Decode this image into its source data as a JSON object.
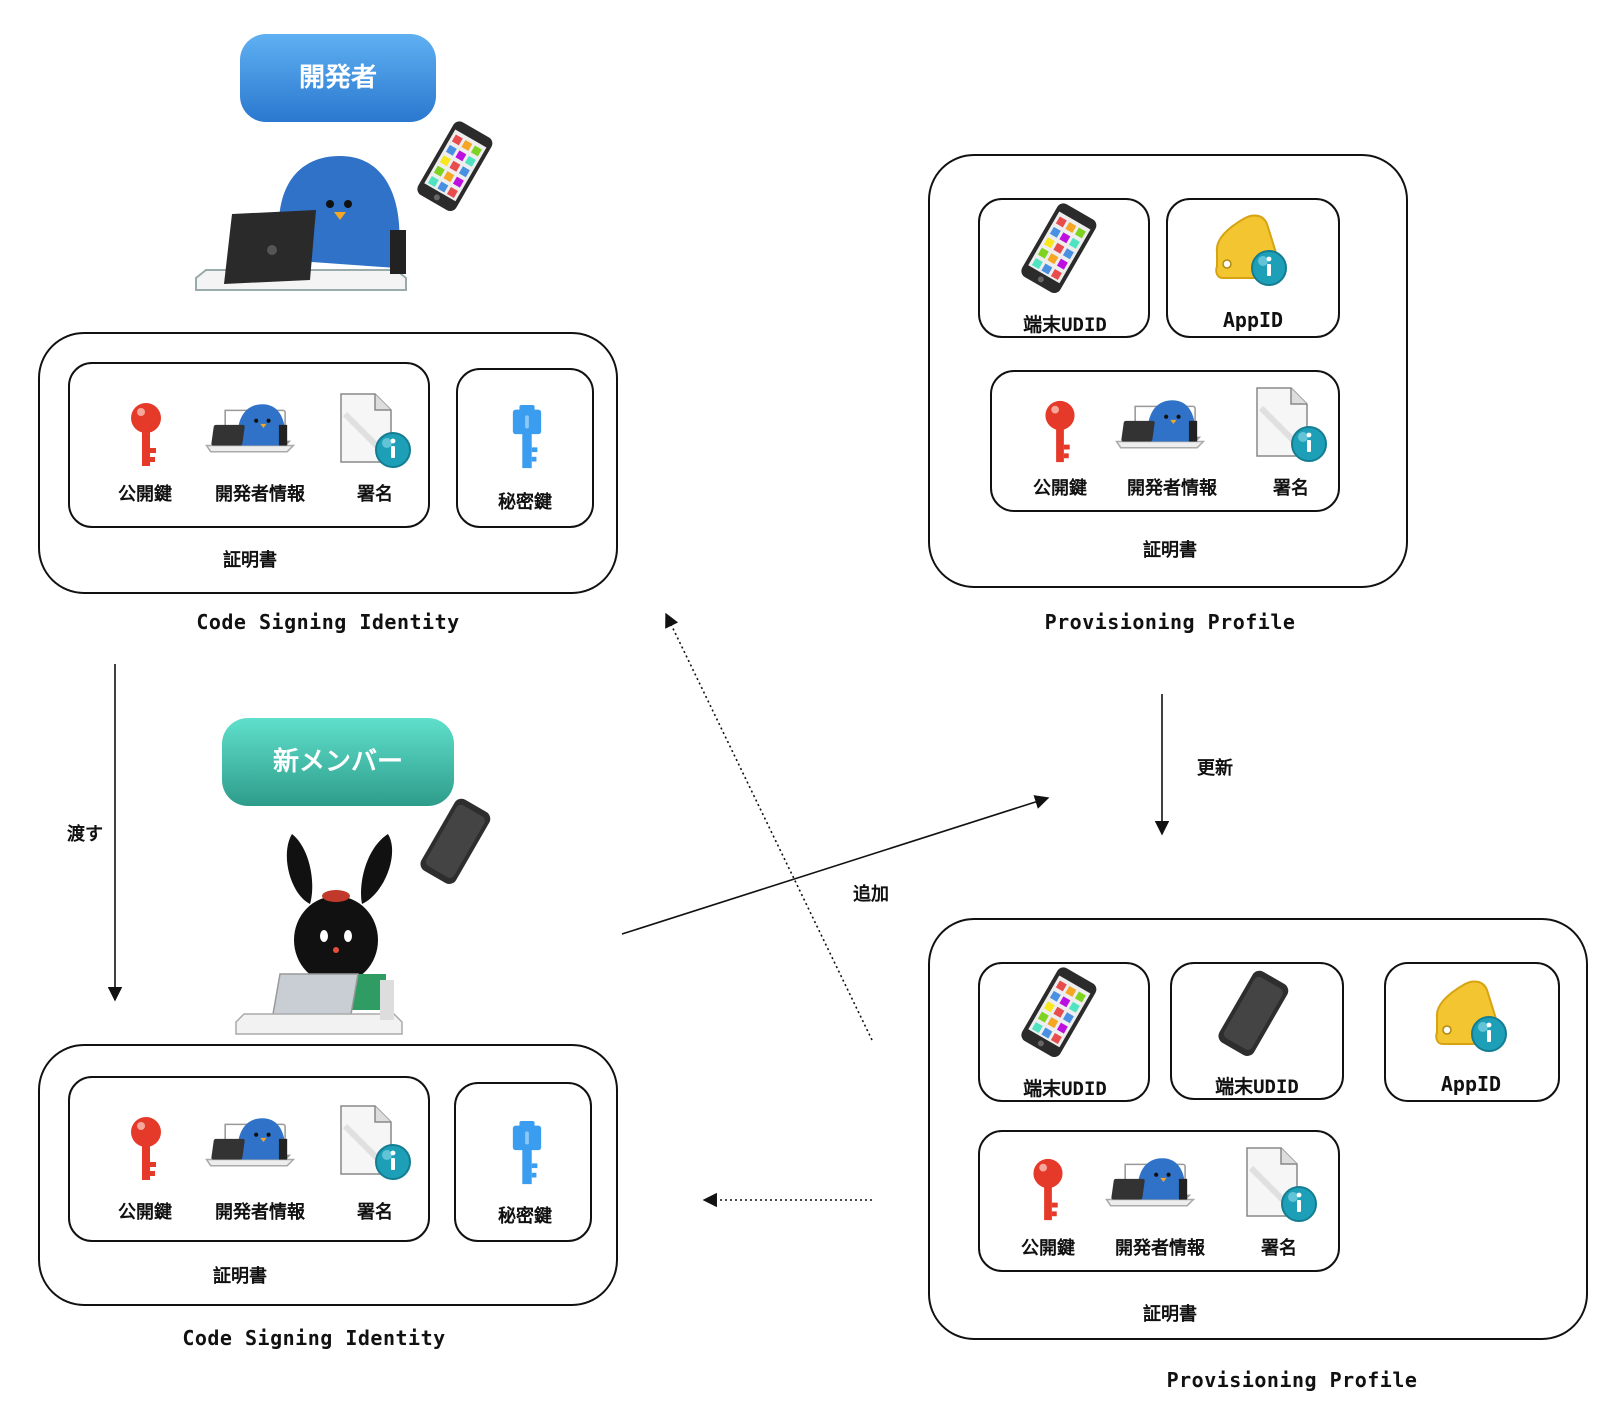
{
  "roles": {
    "developer": "開発者",
    "new_member": "新メンバー"
  },
  "identity": {
    "caption": "Code Signing Identity",
    "public_key": "公開鍵",
    "developer_info": "開発者情報",
    "signature": "署名",
    "private_key": "秘密鍵",
    "certificate": "証明書"
  },
  "profile": {
    "caption": "Provisioning Profile",
    "device_udid": "端末UDID",
    "app_id": "AppID",
    "certificate": "証明書"
  },
  "arrows": {
    "hand_over": "渡す",
    "update": "更新",
    "add": "追加"
  },
  "colors": {
    "developer_pill": "#3f8fe0",
    "new_member_pill": "#3ab8a0",
    "public_key": "#e53a2a",
    "private_key": "#3a9df0",
    "penguin": "#2f72c8"
  }
}
